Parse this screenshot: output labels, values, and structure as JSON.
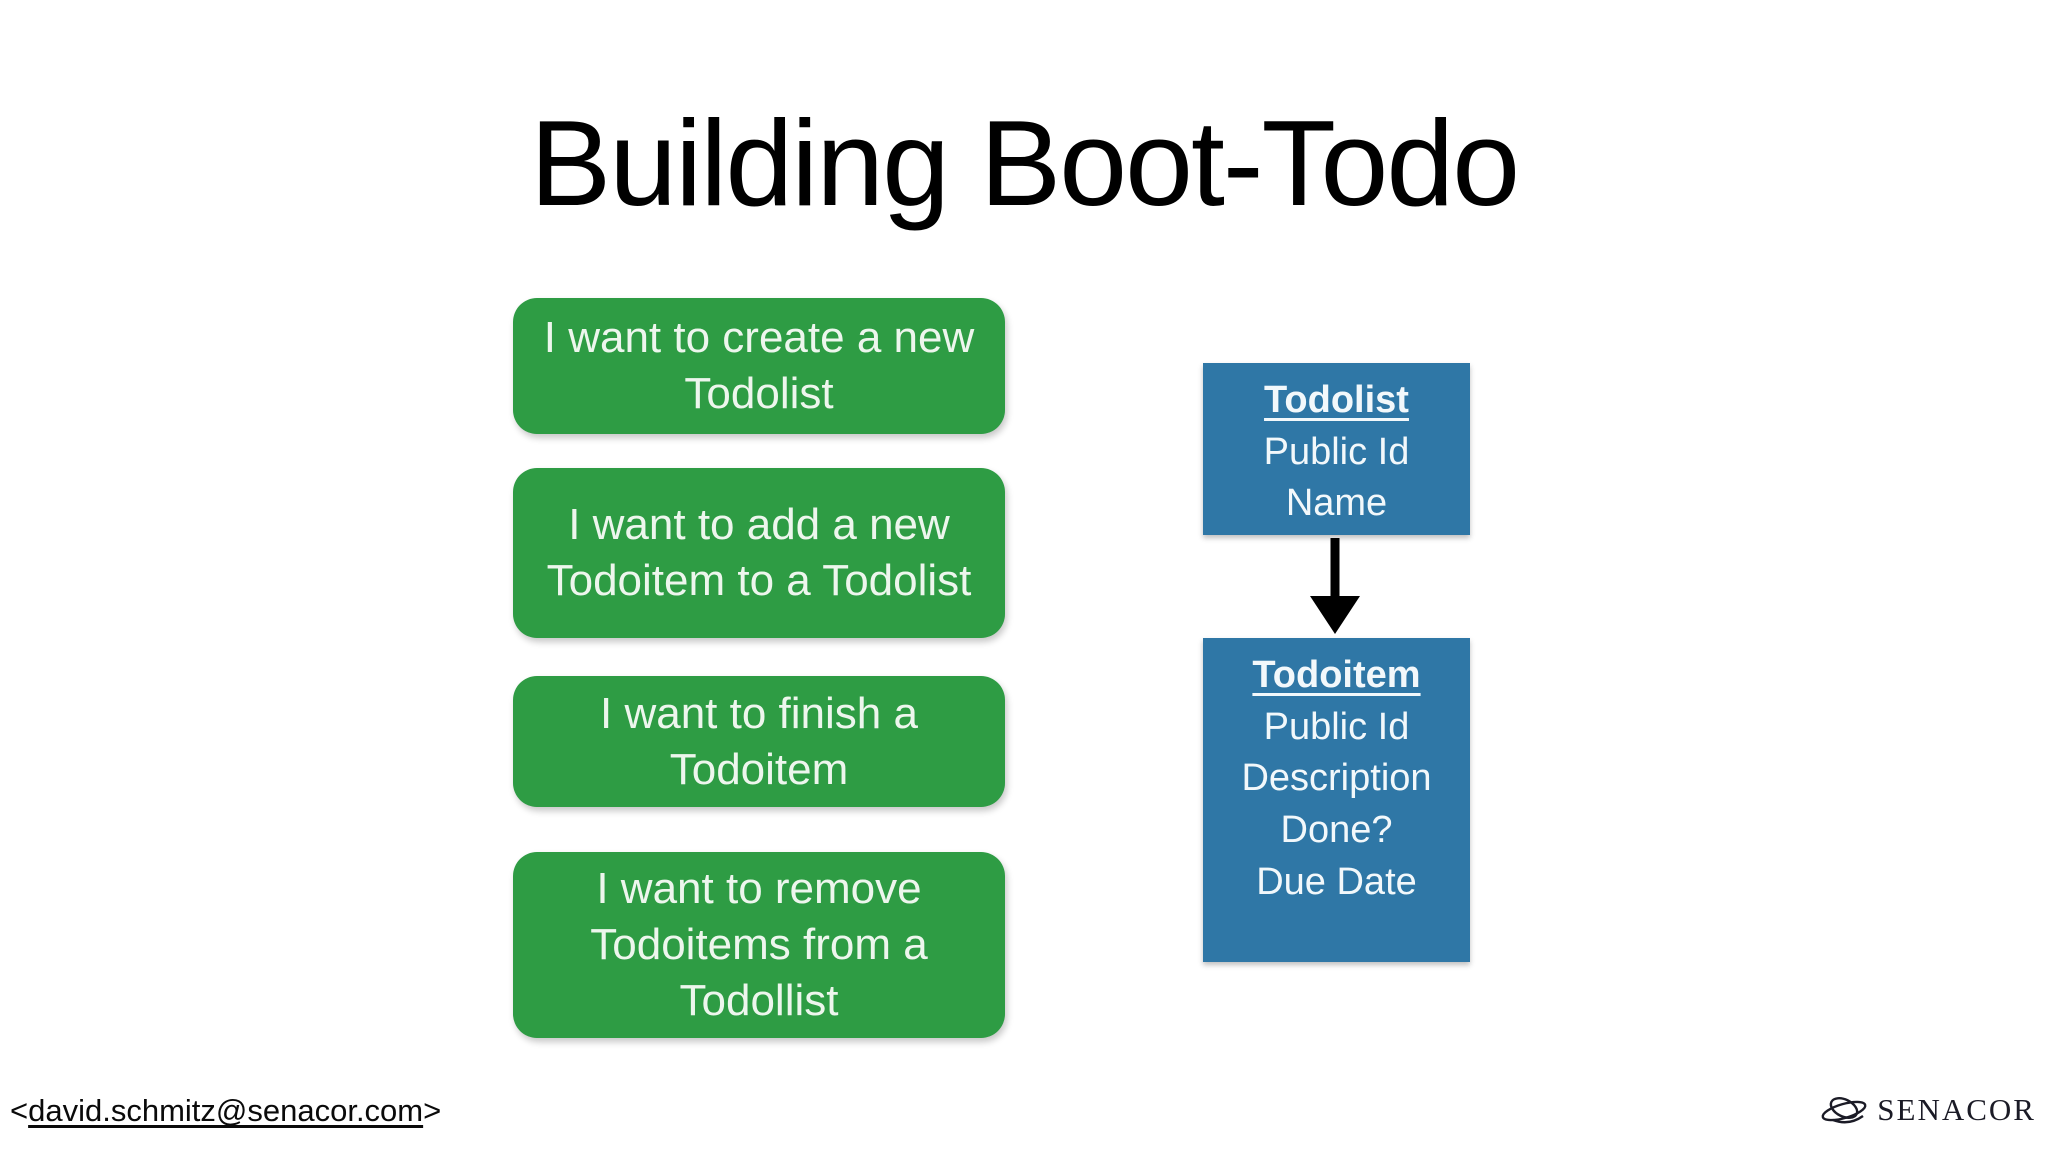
{
  "slide": {
    "title": "Building Boot-Todo",
    "background": "#ffffff"
  },
  "colors": {
    "story_green": "#2e9c44",
    "story_text": "#edf6ed",
    "entity_blue": "#2f77a6",
    "entity_text": "#f2f8fb",
    "arrow_black": "#000000",
    "title_black": "#000000"
  },
  "stories": [
    {
      "label": "I want to create a new Todolist"
    },
    {
      "label": "I want to add a new Todoitem to a Todolist"
    },
    {
      "label": "I want to finish a Todoitem"
    },
    {
      "label": "I want to remove Todoitems from a Todollist"
    }
  ],
  "entities": [
    {
      "name": "Todolist",
      "fields": [
        "Public Id",
        "Name"
      ]
    },
    {
      "name": "Todoitem",
      "fields": [
        "Public Id",
        "Description",
        "Done?",
        "Due Date"
      ]
    }
  ],
  "relationship": {
    "from": "Todolist",
    "to": "Todoitem",
    "type": "arrow-down"
  },
  "footer": {
    "email_prefix": "<",
    "email": "david.schmitz@senacor.com",
    "email_suffix": ">",
    "brand": "SENACOR"
  }
}
